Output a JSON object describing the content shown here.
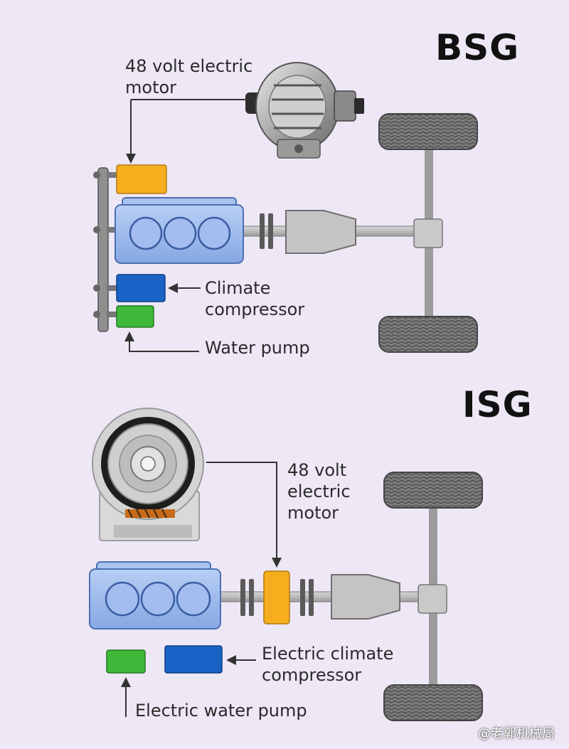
{
  "bsg": {
    "title": "BSG",
    "motor_label": "48 volt electric\nmotor",
    "climate_label": "Climate\ncompressor",
    "pump_label": "Water pump"
  },
  "isg": {
    "title": "ISG",
    "motor_label": "48 volt\nelectric\nmotor",
    "climate_label": "Electric climate\ncompressor",
    "pump_label": "Electric water pump"
  },
  "watermark": "@老郭机械局",
  "colors": {
    "background": "#eee7f6",
    "engine": "#9ab8ec",
    "motor": "#f6ae1e",
    "compressor": "#1a63c6",
    "pump": "#3fb83a",
    "drivetrain": "#bdbdbd",
    "tire": "#7a7a7a"
  }
}
